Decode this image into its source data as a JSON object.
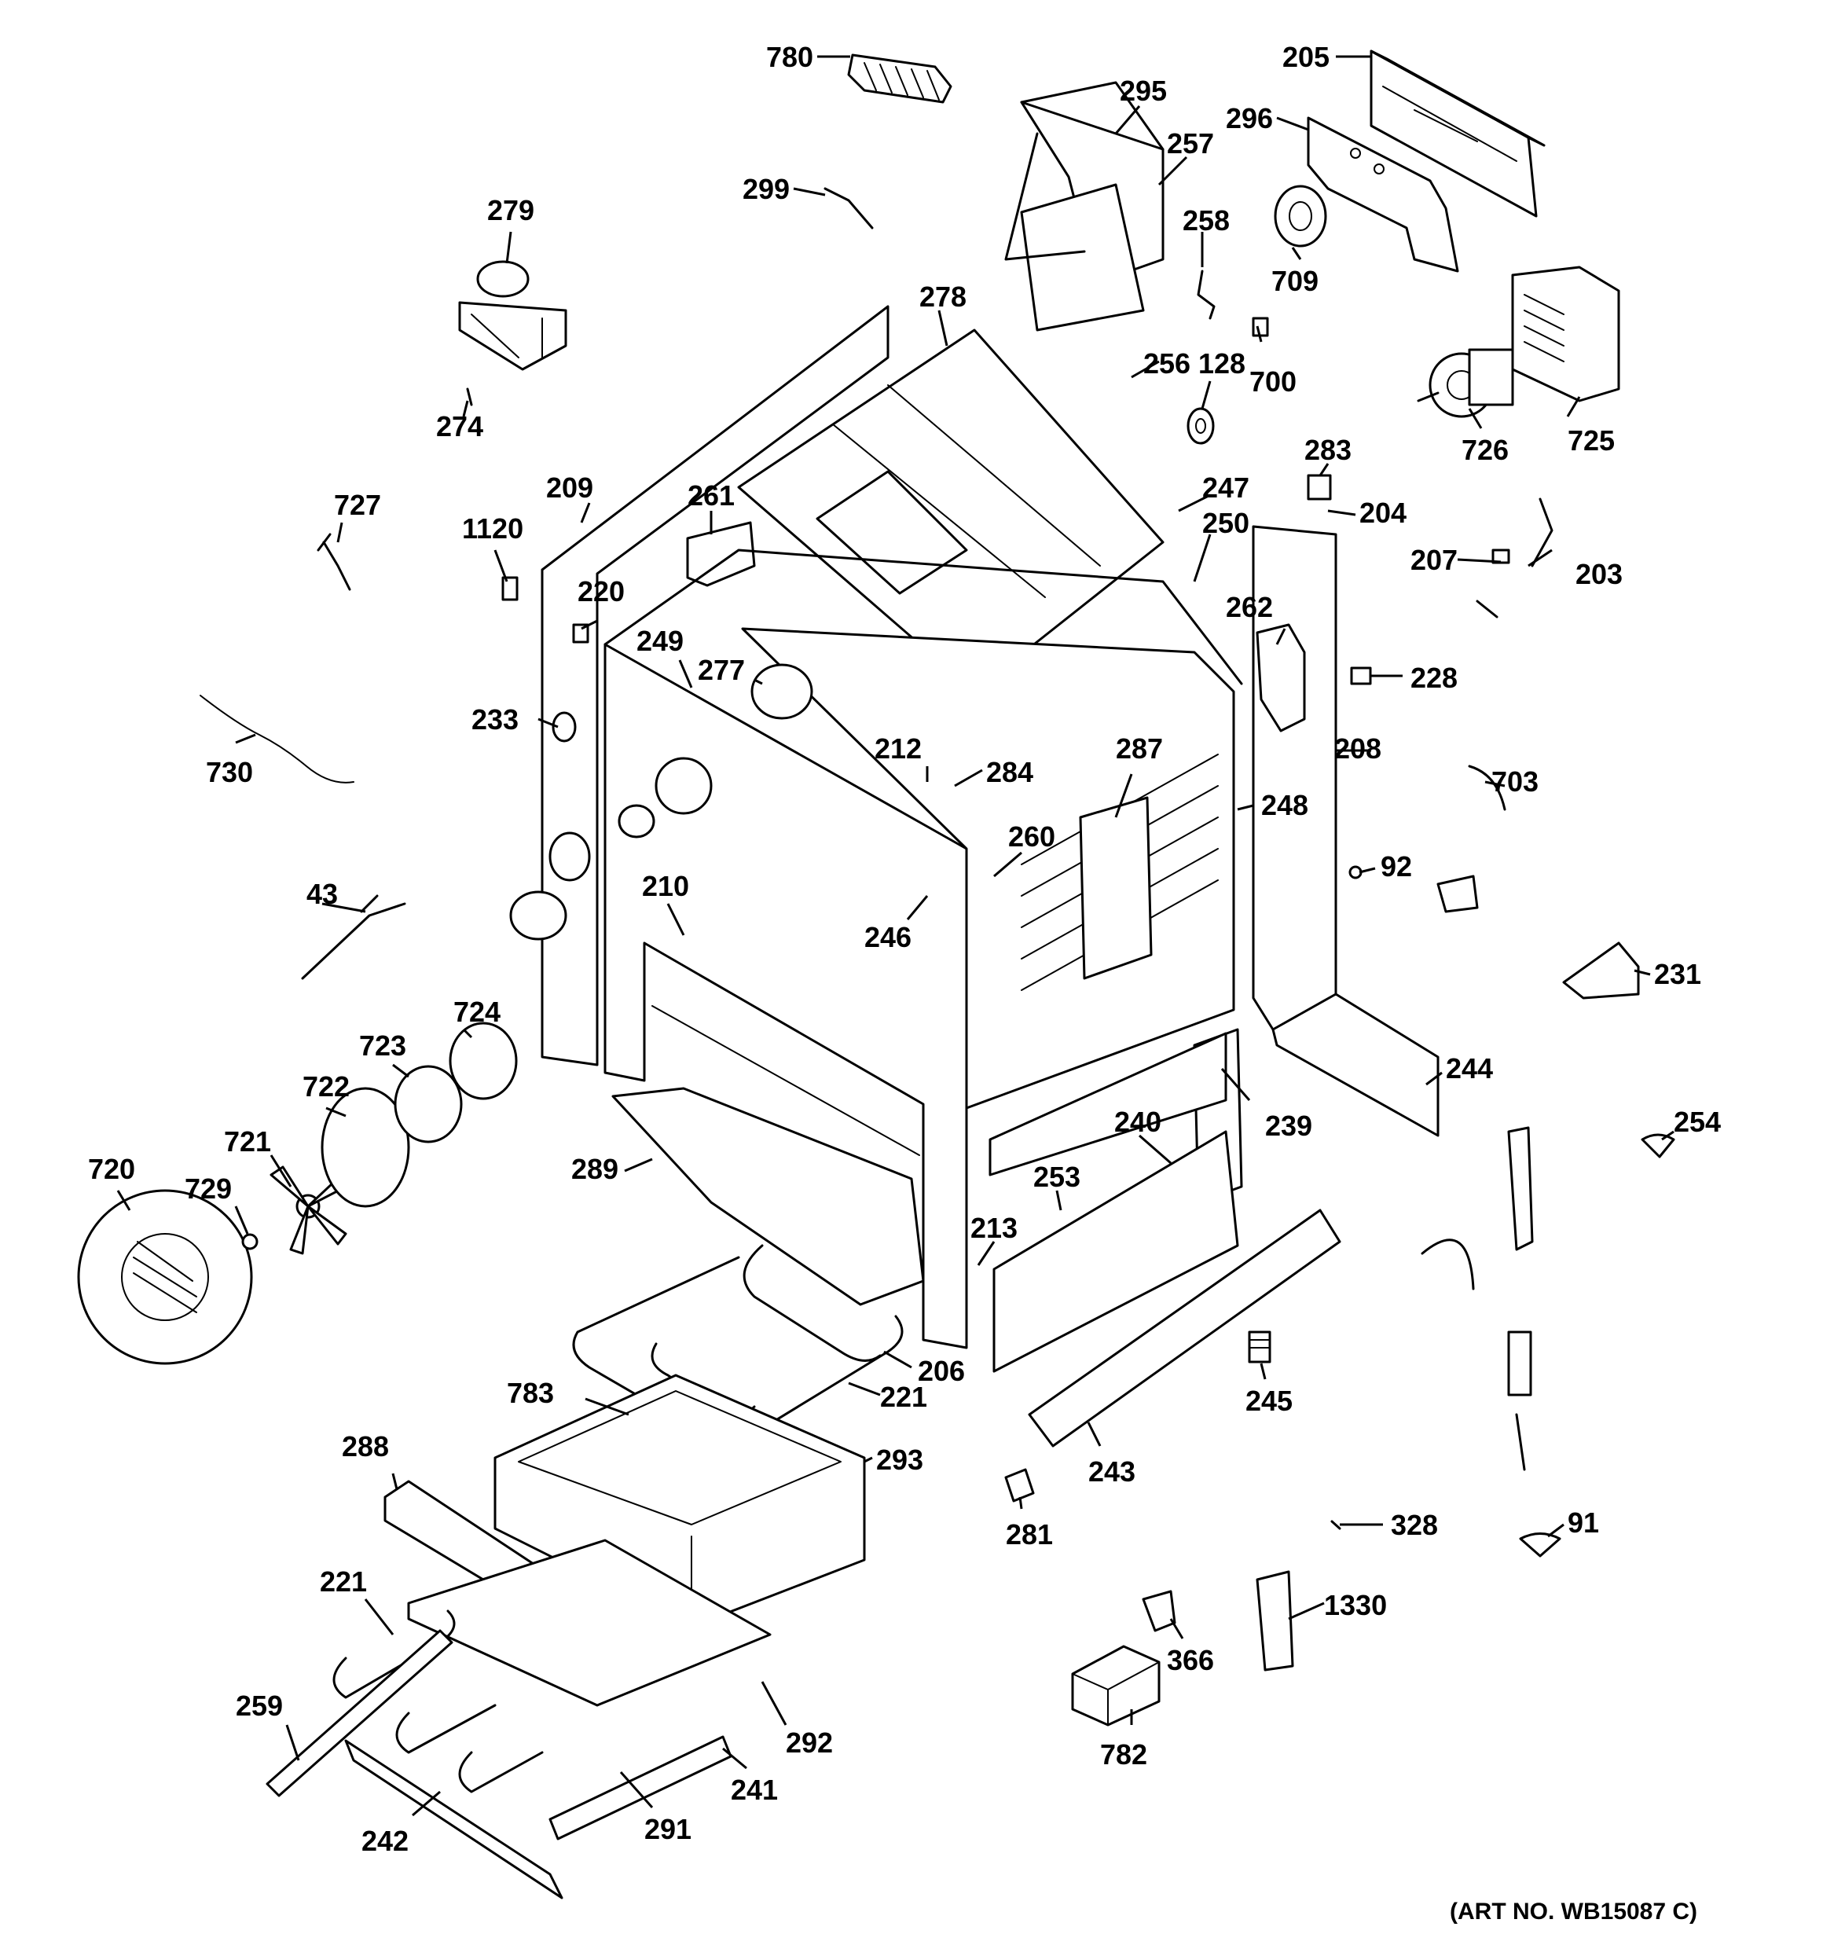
{
  "diagram": {
    "art_number": "(ART NO. WB15087 C)",
    "parts": [
      {
        "id": "780",
        "label": "780"
      },
      {
        "id": "295",
        "label": "295"
      },
      {
        "id": "205",
        "label": "205"
      },
      {
        "id": "296",
        "label": "296"
      },
      {
        "id": "257",
        "label": "257"
      },
      {
        "id": "299",
        "label": "299"
      },
      {
        "id": "279",
        "label": "279"
      },
      {
        "id": "258",
        "label": "258"
      },
      {
        "id": "709",
        "label": "709"
      },
      {
        "id": "278",
        "label": "278"
      },
      {
        "id": "256",
        "label": "256"
      },
      {
        "id": "128",
        "label": "128"
      },
      {
        "id": "700",
        "label": "700"
      },
      {
        "id": "274",
        "label": "274"
      },
      {
        "id": "726",
        "label": "726"
      },
      {
        "id": "725",
        "label": "725"
      },
      {
        "id": "283",
        "label": "283"
      },
      {
        "id": "209",
        "label": "209"
      },
      {
        "id": "727",
        "label": "727"
      },
      {
        "id": "261",
        "label": "261"
      },
      {
        "id": "247",
        "label": "247"
      },
      {
        "id": "204",
        "label": "204"
      },
      {
        "id": "1120",
        "label": "1120"
      },
      {
        "id": "250",
        "label": "250"
      },
      {
        "id": "207",
        "label": "207"
      },
      {
        "id": "203",
        "label": "203"
      },
      {
        "id": "220",
        "label": "220"
      },
      {
        "id": "262",
        "label": "262"
      },
      {
        "id": "249",
        "label": "249"
      },
      {
        "id": "277",
        "label": "277"
      },
      {
        "id": "228",
        "label": "228"
      },
      {
        "id": "233",
        "label": "233"
      },
      {
        "id": "730",
        "label": "730"
      },
      {
        "id": "212",
        "label": "212"
      },
      {
        "id": "287",
        "label": "287"
      },
      {
        "id": "208",
        "label": "208"
      },
      {
        "id": "284",
        "label": "284"
      },
      {
        "id": "703",
        "label": "703"
      },
      {
        "id": "248",
        "label": "248"
      },
      {
        "id": "260",
        "label": "260"
      },
      {
        "id": "43",
        "label": "43"
      },
      {
        "id": "210",
        "label": "210"
      },
      {
        "id": "92",
        "label": "92"
      },
      {
        "id": "246",
        "label": "246"
      },
      {
        "id": "231",
        "label": "231"
      },
      {
        "id": "724",
        "label": "724"
      },
      {
        "id": "723",
        "label": "723"
      },
      {
        "id": "244",
        "label": "244"
      },
      {
        "id": "722",
        "label": "722"
      },
      {
        "id": "240",
        "label": "240"
      },
      {
        "id": "239",
        "label": "239"
      },
      {
        "id": "254",
        "label": "254"
      },
      {
        "id": "721",
        "label": "721"
      },
      {
        "id": "720",
        "label": "720"
      },
      {
        "id": "289",
        "label": "289"
      },
      {
        "id": "253",
        "label": "253"
      },
      {
        "id": "729",
        "label": "729"
      },
      {
        "id": "213",
        "label": "213"
      },
      {
        "id": "206",
        "label": "206"
      },
      {
        "id": "221a",
        "label": "221"
      },
      {
        "id": "783",
        "label": "783"
      },
      {
        "id": "245",
        "label": "245"
      },
      {
        "id": "293",
        "label": "293"
      },
      {
        "id": "243",
        "label": "243"
      },
      {
        "id": "288",
        "label": "288"
      },
      {
        "id": "281",
        "label": "281"
      },
      {
        "id": "328",
        "label": "328"
      },
      {
        "id": "91",
        "label": "91"
      },
      {
        "id": "221b",
        "label": "221"
      },
      {
        "id": "1330",
        "label": "1330"
      },
      {
        "id": "366",
        "label": "366"
      },
      {
        "id": "259",
        "label": "259"
      },
      {
        "id": "292",
        "label": "292"
      },
      {
        "id": "782",
        "label": "782"
      },
      {
        "id": "241",
        "label": "241"
      },
      {
        "id": "242",
        "label": "242"
      },
      {
        "id": "291",
        "label": "291"
      }
    ]
  }
}
